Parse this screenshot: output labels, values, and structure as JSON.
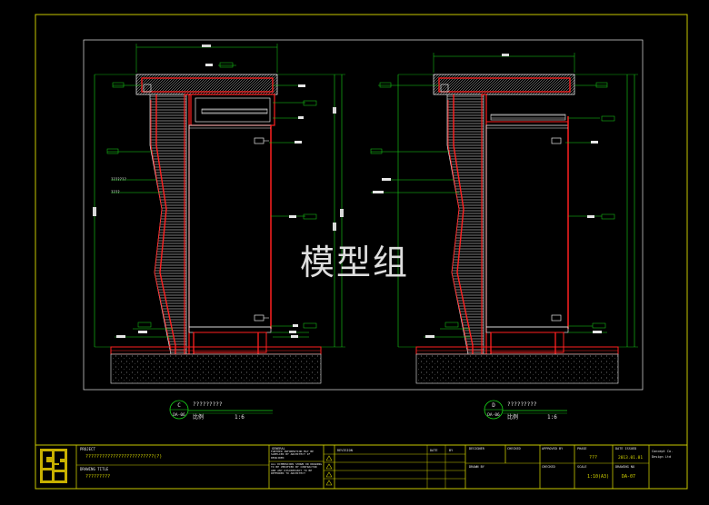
{
  "watermark": "模型组",
  "sections": [
    {
      "id": "C",
      "ref": "DA-06",
      "title": "?????????",
      "scale_label": "比例",
      "scale": "1:6"
    },
    {
      "id": "D",
      "ref": "DA-06",
      "title": "?????????",
      "scale_label": "比例",
      "scale": "1:6"
    }
  ],
  "left_labels": [
    "???????",
    "????"
  ],
  "title_block": {
    "project_label": "PROJECT",
    "project_value": "?????????????????????????(?)",
    "drawing_title_label": "DRAWING TITLE",
    "drawing_title_value": "?????????",
    "general_label": "GENERAL",
    "note_1": "FURTHER INFORMATION MAY BE SUPPLIED BY ARCHITECT IF REQUIRED",
    "note_2": "ALL DIMENSIONS SHOWN ON DRAWING TO BE VERIFIED BY CONTRACTOR AND ANY DISCREPANCY TO BE REFERRED TO ARCHITECT",
    "rev_label": "REVISION",
    "rev_date_label": "DATE",
    "rev_by_label": "BY",
    "col_designer": "DESIGNER",
    "col_checked": "CHECKED",
    "col_approved": "APPROVED BY",
    "col_drawn": "DRAWN BY",
    "phase_label": "PHASE",
    "phase_value": "???",
    "date_label": "DATE ISSUED",
    "date_value": "2013.01.01",
    "scale_label": "SCALE",
    "scale_value": "1:10(A3)",
    "drawing_no_label": "DRAWING NO",
    "drawing_no_value": "DA-07",
    "seal_line_1": "Concept Co.",
    "seal_line_2": "Design Ltd"
  },
  "colors": {
    "frame": "#c8c800",
    "red": "#ff2020",
    "green": "#18d818",
    "white": "#e6e6e6",
    "cyan": "#30d8d8",
    "hatch": "#cfcfcf"
  }
}
